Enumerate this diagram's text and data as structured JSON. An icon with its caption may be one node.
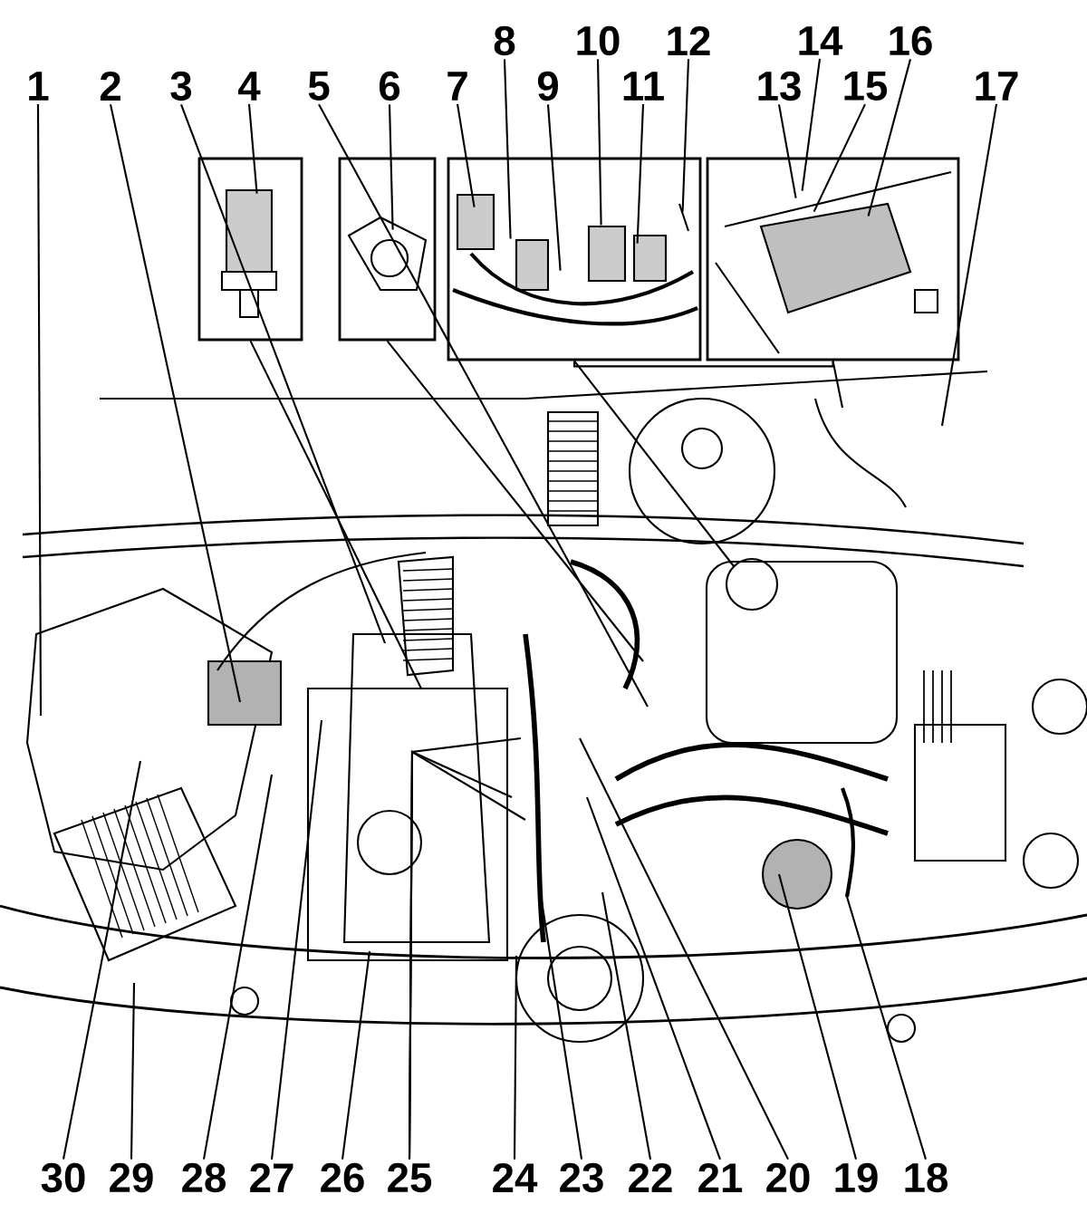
{
  "diagram": {
    "nodes": [
      {
        "text": [
          "1"
        ]
      },
      {
        "text": [
          "2"
        ]
      },
      {
        "text": [
          "3"
        ]
      },
      {
        "text": [
          "4"
        ]
      },
      {
        "text": [
          "5"
        ]
      },
      {
        "text": [
          "6"
        ]
      },
      {
        "text": [
          "7"
        ]
      },
      {
        "text": [
          "8"
        ]
      },
      {
        "text": [
          "9"
        ]
      },
      {
        "text": [
          "10"
        ]
      },
      {
        "text": [
          "11"
        ]
      },
      {
        "text": [
          "12"
        ]
      },
      {
        "text": [
          "13"
        ]
      },
      {
        "text": [
          "14"
        ]
      },
      {
        "text": [
          "15"
        ]
      },
      {
        "text": [
          "16"
        ]
      },
      {
        "text": [
          "17"
        ]
      },
      {
        "text": [
          "30"
        ]
      },
      {
        "text": [
          "29"
        ]
      },
      {
        "text": [
          "28"
        ]
      },
      {
        "text": [
          "27"
        ]
      },
      {
        "text": [
          "26"
        ]
      },
      {
        "text": [
          "25"
        ]
      },
      {
        "text": [
          "24"
        ]
      },
      {
        "text": [
          "23"
        ]
      },
      {
        "text": [
          "22"
        ]
      },
      {
        "text": [
          "21"
        ]
      },
      {
        "text": [
          "20"
        ]
      },
      {
        "text": [
          "19"
        ]
      },
      {
        "text": [
          "18"
        ]
      },
      {
        "text": [],
        "shape": "picture"
      },
      {
        "text": [],
        "shape": "picture"
      },
      {
        "text": [],
        "shape": "picture"
      },
      {
        "text": [],
        "shape": "picture"
      }
    ],
    "edges": [
      {
        "from": 0,
        "to": null,
        "arrow": "none"
      },
      {
        "from": 1,
        "to": null,
        "arrow": "none"
      },
      {
        "from": 2,
        "to": null,
        "arrow": "none"
      },
      {
        "from": 3,
        "to": 30,
        "arrow": "none"
      },
      {
        "from": 4,
        "to": null,
        "arrow": "none"
      },
      {
        "from": 5,
        "to": 31,
        "arrow": "none"
      },
      {
        "from": 6,
        "to": 32,
        "arrow": "none"
      },
      {
        "from": 7,
        "to": 32,
        "arrow": "none"
      },
      {
        "from": 8,
        "to": 32,
        "arrow": "none"
      },
      {
        "from": 9,
        "to": 32,
        "arrow": "none"
      },
      {
        "from": 10,
        "to": 32,
        "arrow": "none"
      },
      {
        "from": 11,
        "to": 32,
        "arrow": "none"
      },
      {
        "from": 12,
        "to": 33,
        "arrow": "none"
      },
      {
        "from": 13,
        "to": 33,
        "arrow": "none"
      },
      {
        "from": 14,
        "to": 33,
        "arrow": "none"
      },
      {
        "from": 15,
        "to": 33,
        "arrow": "none"
      },
      {
        "from": 16,
        "to": null,
        "arrow": "none"
      },
      {
        "from": 17,
        "to": null,
        "arrow": "none"
      },
      {
        "from": 18,
        "to": null,
        "arrow": "none"
      },
      {
        "from": 19,
        "to": null,
        "arrow": "none"
      },
      {
        "from": 20,
        "to": null,
        "arrow": "none"
      },
      {
        "from": 21,
        "to": null,
        "arrow": "none"
      },
      {
        "from": 22,
        "to": null,
        "arrow": "none"
      },
      {
        "from": 22,
        "to": null,
        "arrow": "none"
      },
      {
        "from": 22,
        "to": null,
        "arrow": "none"
      },
      {
        "from": 23,
        "to": null,
        "arrow": "none"
      },
      {
        "from": 24,
        "to": null,
        "arrow": "none"
      },
      {
        "from": 25,
        "to": null,
        "arrow": "none"
      },
      {
        "from": 26,
        "to": null,
        "arrow": "none"
      },
      {
        "from": 27,
        "to": null,
        "arrow": "none"
      },
      {
        "from": 28,
        "to": null,
        "arrow": "none"
      },
      {
        "from": 29,
        "to": null,
        "arrow": "none"
      },
      {
        "from": 30,
        "to": null,
        "arrow": "none"
      },
      {
        "from": 31,
        "to": null,
        "arrow": "none"
      },
      {
        "from": 32,
        "to": null,
        "arrow": "none"
      },
      {
        "from": 33,
        "to": null,
        "arrow": "none"
      },
      {
        "from": 32,
        "to": 33,
        "arrow": "none"
      }
    ]
  }
}
